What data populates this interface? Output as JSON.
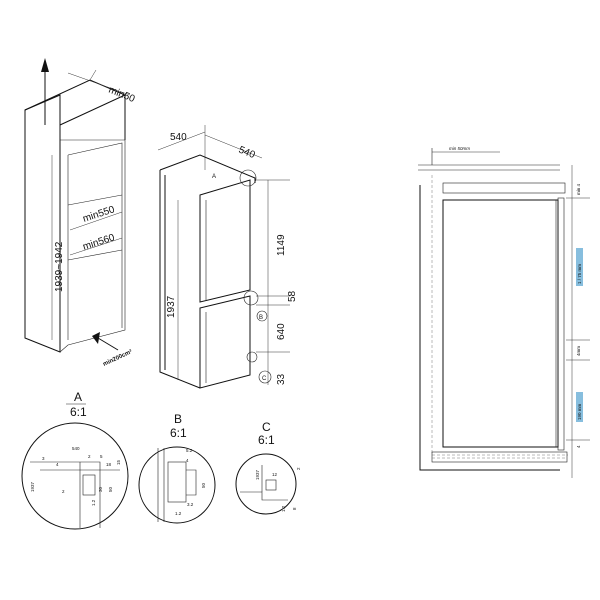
{
  "cabinet": {
    "min_top": "min50",
    "height_range": "1939~1942",
    "min_depth_inner": "min550",
    "min_width_inner": "min560",
    "vent": "min200cm²"
  },
  "fridge": {
    "depth": "540",
    "width": "540",
    "height": "1937",
    "upper": "1149",
    "gap": "58",
    "lower": "640",
    "bottom": "33",
    "callout_a": "A",
    "callout_b": "B",
    "callout_c": "C"
  },
  "details": {
    "a": {
      "letter": "A",
      "scale": "6:1",
      "dims": [
        "540",
        "3",
        "4",
        "2",
        "5",
        "18",
        "15",
        "1937",
        "2",
        "30",
        "50",
        "1.2"
      ]
    },
    "b": {
      "letter": "B",
      "scale": "6:1",
      "dims": [
        "5.2",
        "4",
        "50",
        "3.2",
        "1.2"
      ]
    },
    "c": {
      "letter": "C",
      "scale": "6:1",
      "dims": [
        "1937",
        "12",
        "2",
        "1.2",
        "8"
      ]
    }
  },
  "side_view": {
    "top_gap": "min 50mm",
    "top_clear": "min 4",
    "mid_label": "1 / 75 mm",
    "side_gap": "4mm",
    "lower_label": "190 mm",
    "bottom_clear": "4"
  }
}
